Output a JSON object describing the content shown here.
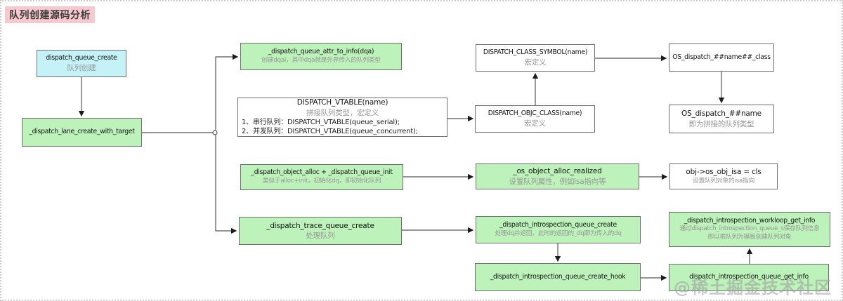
{
  "page": {
    "title": "队列创建源码分析"
  },
  "watermark": "@稀土掘金技术社区",
  "colors": {
    "node_green": "#bdf2bb",
    "node_cyan": "#c5f2f6",
    "node_white": "#ffffff",
    "title_bg": "#f7c9ce",
    "connector": "#555555",
    "desc_text": "#969696"
  },
  "nodes": [
    {
      "title": "dispatch_queue_create",
      "desc": "队列创建"
    },
    {
      "title": "_dispatch_lane_create_with_target"
    },
    {
      "title": "_dispatch_queue_attr_to_info(dqa)",
      "desc": "创建dqai，其中dqa就是外界传入的队列类型"
    },
    {
      "title": "DISPATCH_VTABLE(name)",
      "desc": "拼接队列类型，宏定义",
      "item1": "1、串行队列：DISPATCH_VTABLE(queue_serial);",
      "item2": "2、并发队列：DISPATCH_VTABLE(queue_concurrent);"
    },
    {
      "title": "DISPATCH_CLASS_SYMBOL(name)",
      "desc": "宏定义"
    },
    {
      "title": "OS_dispatch_##name##_class"
    },
    {
      "title": "OS_dispatch_##name",
      "desc": "即为拼接的队列类型"
    },
    {
      "title": "DISPATCH_OBJC_CLASS(name)",
      "desc": "宏定义"
    },
    {
      "title": "_dispatch_object_alloc + _dispatch_queue_init",
      "desc": "类似于alloc+init，初始化dq，即初始化队列"
    },
    {
      "title": "_os_object_alloc_realized",
      "desc": "设置队列属性，例如isa指向等"
    },
    {
      "title": "obj->os_obj_isa = cls",
      "desc": "设置队列对象的isa指向"
    },
    {
      "title": "_dispatch_trace_queue_create",
      "desc": "处理队列"
    },
    {
      "title": "_dispatch_introspection_queue_create",
      "desc": "处理dq并返回，此时的返回的_dq即为传入的dq"
    },
    {
      "title": "_dispatch_introspection_workloop_get_info",
      "desc": "通过dispatch_introspection_queue_s保存队列信息",
      "desc2": "即以根队列为模板创建队列对象"
    },
    {
      "title": "_dispatch_introspection_queue_create_hook"
    },
    {
      "title": "dispatch_introspection_queue_get_info"
    }
  ]
}
